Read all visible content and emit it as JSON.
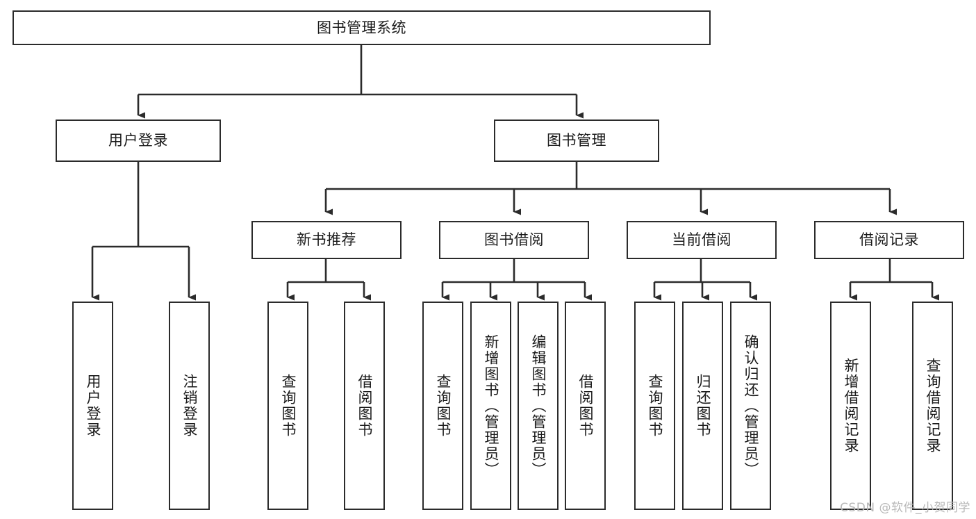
{
  "diagram": {
    "type": "tree-hierarchy-chart",
    "title": "图书管理系统",
    "orientation": "top-down",
    "line_color": "#2b2b2b",
    "box_fill": "#ffffff",
    "text_color": "#1a1a1a"
  },
  "nodes": {
    "root": {
      "label": "图书管理系统",
      "level": 1
    },
    "level2": [
      {
        "id": "user-login",
        "label": "用户登录"
      },
      {
        "id": "book-management",
        "label": "图书管理"
      }
    ],
    "level3": [
      {
        "id": "new-book-recommend",
        "label": "新书推荐"
      },
      {
        "id": "book-borrow",
        "label": "图书借阅"
      },
      {
        "id": "current-borrow",
        "label": "当前借阅"
      },
      {
        "id": "borrow-record",
        "label": "借阅记录"
      }
    ],
    "leaves": {
      "user_login": [
        {
          "id": "leaf-user-login",
          "label": "用户登录"
        },
        {
          "id": "leaf-logout-login",
          "label": "注销登录"
        }
      ],
      "new_book_recommend": [
        {
          "id": "leaf-query-book-1",
          "label": "查询图书"
        },
        {
          "id": "leaf-borrow-book-1",
          "label": "借阅图书"
        }
      ],
      "book_borrow": [
        {
          "id": "leaf-query-book-2",
          "label": "查询图书"
        },
        {
          "id": "leaf-add-book",
          "label": "新增图书（管理员）"
        },
        {
          "id": "leaf-edit-book",
          "label": "编辑图书（管理员）"
        },
        {
          "id": "leaf-borrow-book-2",
          "label": "借阅图书"
        }
      ],
      "current_borrow": [
        {
          "id": "leaf-query-book-3",
          "label": "查询图书"
        },
        {
          "id": "leaf-return-book",
          "label": "归还图书"
        },
        {
          "id": "leaf-confirm-return",
          "label": "确认归还（管理员）"
        }
      ],
      "borrow_record": [
        {
          "id": "leaf-add-borrow-record",
          "label": "新增借阅记录"
        },
        {
          "id": "leaf-query-borrow-record",
          "label": "查询借阅记录"
        }
      ]
    }
  },
  "watermark": {
    "text": "CSDN @软件_小贺同学"
  }
}
